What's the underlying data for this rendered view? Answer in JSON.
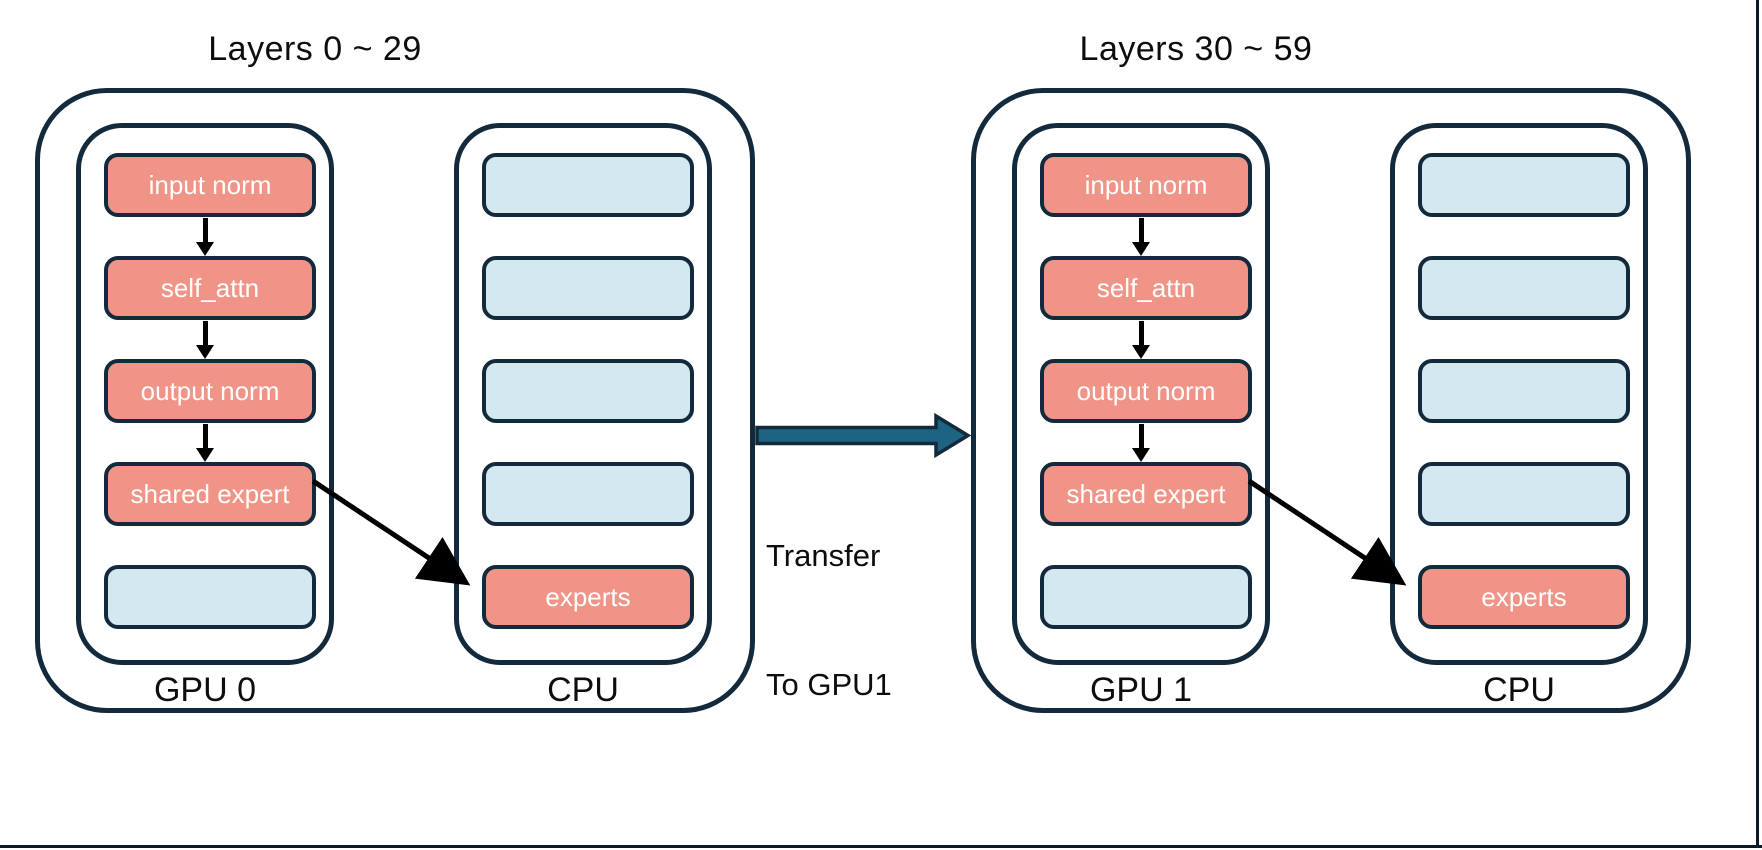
{
  "diagram": {
    "description": "MoE model layer placement diagram: two pipeline stages, each with GPU-resident modules and CPU-resident experts",
    "transfer": {
      "line1": "Transfer",
      "line2": "To GPU1"
    }
  },
  "groups": [
    {
      "title": "Layers 0 ~ 29",
      "columns": [
        {
          "label": "GPU 0",
          "slots": [
            {
              "type": "module",
              "label": "input norm"
            },
            {
              "type": "module",
              "label": "self_attn"
            },
            {
              "type": "module",
              "label": "output norm"
            },
            {
              "type": "module",
              "label": "shared expert"
            },
            {
              "type": "empty",
              "label": ""
            }
          ]
        },
        {
          "label": "CPU",
          "slots": [
            {
              "type": "empty",
              "label": ""
            },
            {
              "type": "empty",
              "label": ""
            },
            {
              "type": "empty",
              "label": ""
            },
            {
              "type": "empty",
              "label": ""
            },
            {
              "type": "module",
              "label": "experts"
            }
          ]
        }
      ]
    },
    {
      "title": "Layers 30 ~ 59",
      "columns": [
        {
          "label": "GPU 1",
          "slots": [
            {
              "type": "module",
              "label": "input norm"
            },
            {
              "type": "module",
              "label": "self_attn"
            },
            {
              "type": "module",
              "label": "output norm"
            },
            {
              "type": "module",
              "label": "shared expert"
            },
            {
              "type": "empty",
              "label": ""
            }
          ]
        },
        {
          "label": "CPU",
          "slots": [
            {
              "type": "empty",
              "label": ""
            },
            {
              "type": "empty",
              "label": ""
            },
            {
              "type": "empty",
              "label": ""
            },
            {
              "type": "empty",
              "label": ""
            },
            {
              "type": "module",
              "label": "experts"
            }
          ]
        }
      ]
    }
  ],
  "colors": {
    "navy": "#13293c",
    "salmon": "#ef9487",
    "lightblue": "#d4e8ef",
    "teal": "#1d6484",
    "ink": "#0d0d0d",
    "white-text": "#ffffff",
    "edge": "#0d1b26",
    "bg": "#ffffff"
  }
}
